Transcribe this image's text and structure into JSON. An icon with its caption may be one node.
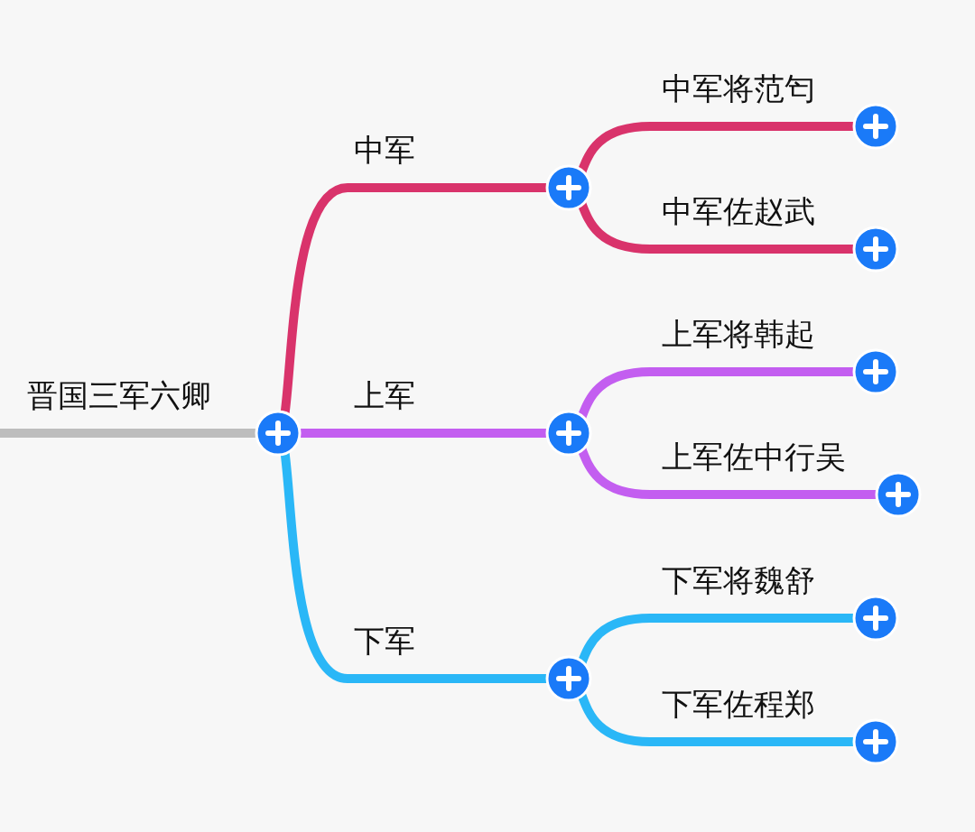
{
  "diagram": {
    "nodes": [
      {
        "text": [
          "晋国三军六卿"
        ]
      },
      {
        "text": [
          "中军"
        ]
      },
      {
        "text": [
          "中军将范匄"
        ]
      },
      {
        "text": [
          "中军佐赵武"
        ]
      },
      {
        "text": [
          "上军"
        ]
      },
      {
        "text": [
          "上军将韩起"
        ]
      },
      {
        "text": [
          "上军佐中行吴"
        ]
      },
      {
        "text": [
          "下军"
        ]
      },
      {
        "text": [
          "下军将魏舒"
        ]
      },
      {
        "text": [
          "下军佐程郑"
        ]
      }
    ],
    "edges": [
      {
        "from": 0,
        "to": 1,
        "arrow": "none",
        "color": "#d9336b"
      },
      {
        "from": 1,
        "to": 2,
        "arrow": "none",
        "color": "#d9336b"
      },
      {
        "from": 1,
        "to": 3,
        "arrow": "none",
        "color": "#d9336b"
      },
      {
        "from": 0,
        "to": 4,
        "arrow": "none",
        "color": "#c35ef0"
      },
      {
        "from": 4,
        "to": 5,
        "arrow": "none",
        "color": "#c35ef0"
      },
      {
        "from": 4,
        "to": 6,
        "arrow": "none",
        "color": "#c35ef0"
      },
      {
        "from": 0,
        "to": 7,
        "arrow": "none",
        "color": "#2ab7f7"
      },
      {
        "from": 7,
        "to": 8,
        "arrow": "none",
        "color": "#2ab7f7"
      },
      {
        "from": 7,
        "to": 9,
        "arrow": "none",
        "color": "#2ab7f7"
      }
    ]
  }
}
